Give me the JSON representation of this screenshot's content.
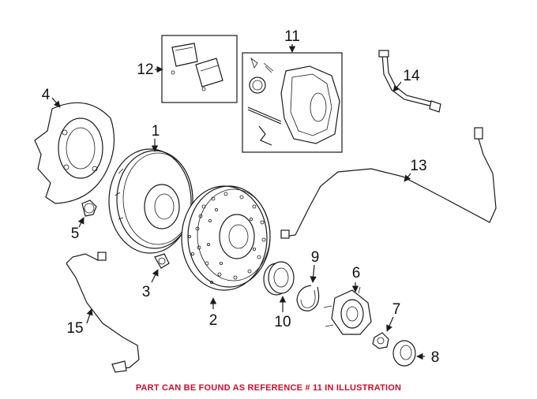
{
  "callouts": {
    "c1": "1",
    "c2": "2",
    "c3": "3",
    "c4": "4",
    "c5": "5",
    "c6": "6",
    "c7": "7",
    "c8": "8",
    "c9": "9",
    "c10": "10",
    "c11": "11",
    "c12": "12",
    "c13": "13",
    "c14": "14",
    "c15": "15"
  },
  "footer_text": "PART CAN BE FOUND AS REFERENCE # 11 IN ILLUSTRATION",
  "colors": {
    "footer": "#c8102e",
    "line": "#1a1a1a"
  }
}
